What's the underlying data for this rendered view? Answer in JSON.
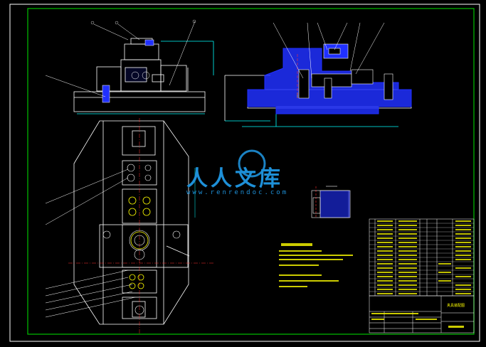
{
  "watermark": {
    "text": "人人文库",
    "url": "www.renrendoc.com",
    "color": "#1e90d8"
  },
  "colors": {
    "background": "#000000",
    "frame": "#00c000",
    "outline": "#ffffff",
    "section_hatch": "#2030ff",
    "dimension": "#00ffff",
    "centerline": "#ff3030",
    "annotation": "#ffff00",
    "bolts": "#ffff00"
  },
  "drawing": {
    "views": [
      "front-view",
      "side-section-view",
      "top-view",
      "detail-view"
    ],
    "title_block_label": "夹具装配图"
  }
}
